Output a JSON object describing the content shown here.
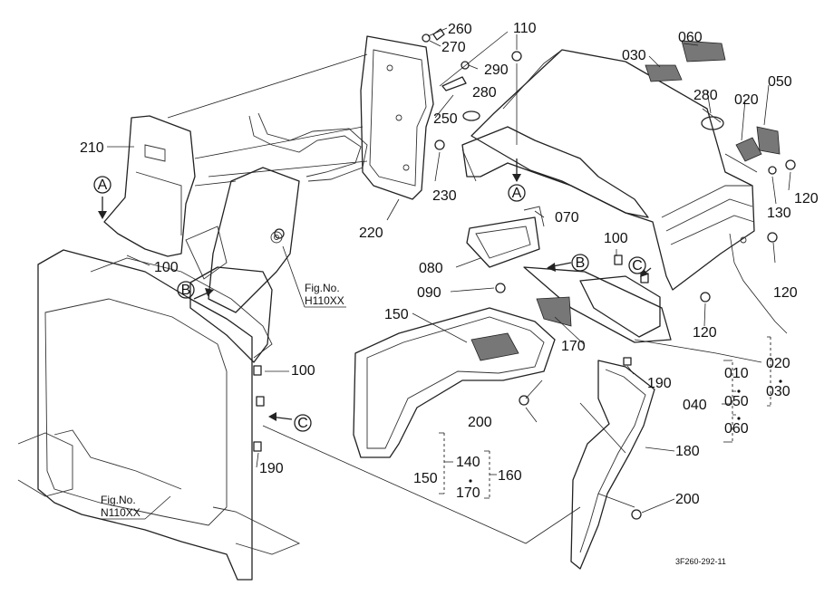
{
  "callouts": {
    "p260": "260",
    "p270": "270",
    "p110": "110",
    "p060": "060",
    "p030": "030",
    "p290": "290",
    "p280a": "280",
    "p280b": "280",
    "p050": "050",
    "p020a": "020",
    "p210": "210",
    "p250": "250",
    "p230": "230",
    "p220": "220",
    "p070": "070",
    "p080": "080",
    "p090": "090",
    "p100a": "100",
    "p100b": "100",
    "p100c": "100",
    "p120a": "120",
    "p120b": "120",
    "p120c": "120",
    "p130": "130",
    "p150a": "150",
    "p170a": "170",
    "p190a": "190",
    "p190b": "190",
    "p200a": "200",
    "p200b": "200",
    "p180": "180",
    "p010": "010",
    "p040": "040",
    "p050b": "050",
    "p060b": "060",
    "p020b": "020",
    "p030b": "030",
    "p150b": "150",
    "p140": "140",
    "p170b": "170",
    "p160": "160"
  },
  "markers": {
    "a1": "A",
    "a2": "A",
    "b1": "B",
    "b2": "B",
    "c1": "C",
    "c2": "C"
  },
  "references": {
    "fig_h_label": "Fig.No.",
    "fig_h_code": "H110XX",
    "fig_n_label": "Fig.No.",
    "fig_n_code": "N110XX"
  },
  "drawing_code": "3F260-292-11"
}
